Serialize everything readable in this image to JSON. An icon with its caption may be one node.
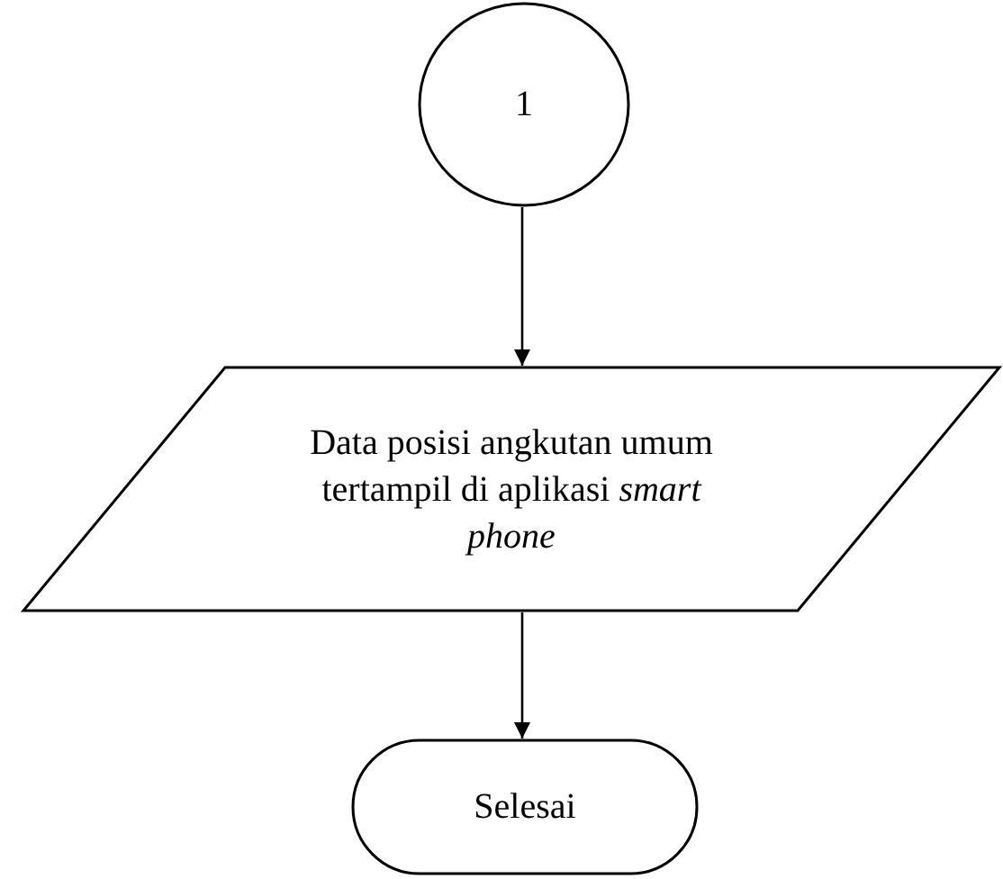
{
  "diagram": {
    "nodes": [
      {
        "text": [
          "1"
        ]
      },
      {
        "text": [
          "Data posisi angkutan umum tertampil di aplikasi *smart phone*"
        ]
      },
      {
        "text": [
          "Selesai"
        ]
      }
    ],
    "edges": [
      {
        "from": 0,
        "to": 1,
        "arrow": "to"
      },
      {
        "from": 1,
        "to": 2,
        "arrow": "to"
      }
    ]
  }
}
